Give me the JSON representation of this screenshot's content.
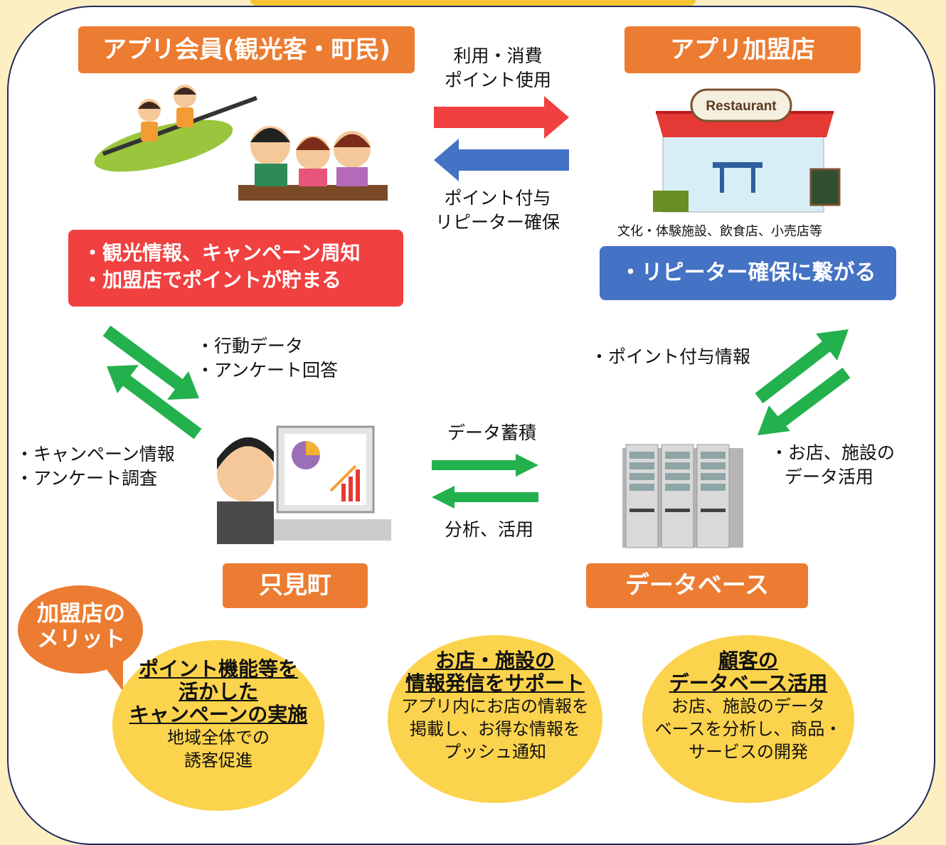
{
  "labels": {
    "members": "アプリ会員(観光客・町民)",
    "shops": "アプリ加盟店",
    "town": "只見町",
    "database": "データベース"
  },
  "flows": {
    "use_line1": "利用・消費",
    "use_line2": "ポイント使用",
    "grant_line1": "ポイント付与",
    "grant_line2": "リピーター確保",
    "behavior_line1": "・行動データ",
    "behavior_line2": "・アンケート回答",
    "campaign_line1": "・キャンペーン情報",
    "campaign_line2": "・アンケート調査",
    "accumulate": "データ蓄積",
    "analyze": "分析、活用",
    "point_info": "・ポイント付与情報",
    "shop_data_line1": "・お店、施設の",
    "shop_data_line2": "データ活用"
  },
  "shop_caption": "文化・体験施設、飲食店、小売店等",
  "restaurant_sign": "Restaurant",
  "member_benefits": {
    "line1": "・観光情報、キャンペーン周知",
    "line2": "・加盟店でポイントが貯まる"
  },
  "shop_benefit": "・リピーター確保に繋がる",
  "merit_bubble": {
    "line1": "加盟店の",
    "line2": "メリット"
  },
  "merits": [
    {
      "heading": [
        "ポイント機能等を",
        "活かした",
        "キャンペーンの実施"
      ],
      "body": [
        "地域全体での",
        "誘客促進"
      ]
    },
    {
      "heading": [
        "お店・施設の",
        "情報発信をサポート"
      ],
      "body": [
        "アプリ内にお店の情報を",
        "掲載し、お得な情報を",
        "プッシュ通知"
      ]
    },
    {
      "heading": [
        "顧客の",
        "データベース活用"
      ],
      "body": [
        "お店、施設のデータ",
        "ベースを分析し、商品・",
        "サービスの開発"
      ]
    }
  ],
  "colors": {
    "orange": "#ec7c31",
    "red": "#f04040",
    "blue": "#4472c4",
    "green": "#22b14c",
    "yellow": "#fcd34d",
    "background": "#fdefc2"
  }
}
